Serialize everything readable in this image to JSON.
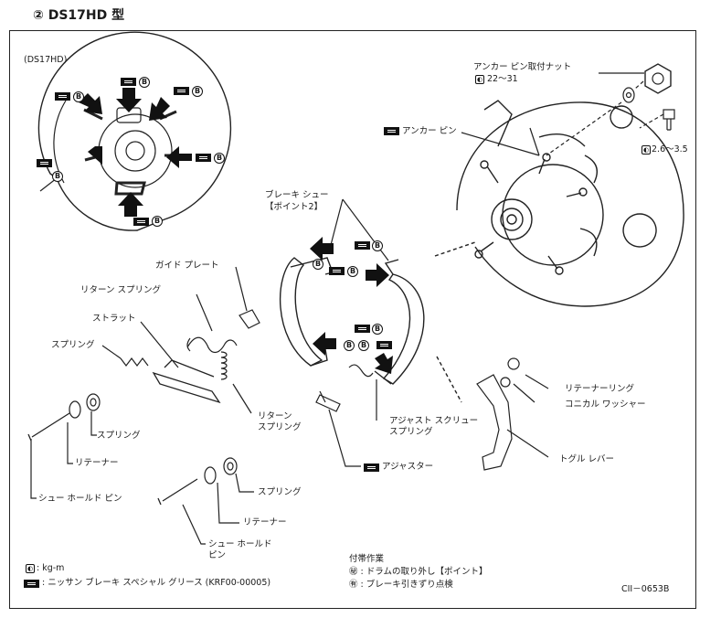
{
  "title": "②  DS17HD 型",
  "inset_label": "(DS17HD)",
  "labels": {
    "anchor_nut_1": "アンカー ピン取付ナット",
    "anchor_nut_2": "22～31",
    "anchor_pin": "アンカー ピン",
    "torque_small": "2.6～3.5",
    "brake_shoe_1": "ブレーキ シュー",
    "brake_shoe_2": "【ポイント2】",
    "guide_plate": "ガイド プレート",
    "return_spring_a": "リターン スプリング",
    "strut": "ストラット",
    "spring_a": "スプリング",
    "return_spring_b1": "リターン",
    "return_spring_b2": "スプリング",
    "spring_b": "スプリング",
    "retainer_a": "リテーナー",
    "shoe_hold_pin_a": "シュー ホールド ピン",
    "adjust_screw_1": "アジャスト スクリュー",
    "adjust_screw_2": "スプリング",
    "adjuster": "アジャスター",
    "retainer_ring": "リテーナーリング",
    "conical_washer": "コニカル ワッシャー",
    "toggle_lever": "トグル レバー",
    "spring_c": "スプリング",
    "retainer_c": "リテーナー",
    "shoe_hold_pin_c1": "シュー ホールド",
    "shoe_hold_pin_c2": "ピン"
  },
  "legend": {
    "torque_unit": ": kg-m",
    "grease": ": ニッサン ブレーキ スペシャル グリース (KRF00-00005)"
  },
  "notes": {
    "heading": "付帯作業",
    "item1": "㊙ : ドラムの取り外し【ポイント】",
    "item2": "㊒ : ブレーキ引きずり点検"
  },
  "figure_code": "CII－0653B",
  "icons": {
    "grease_symbol": "grease-icon",
    "b_mark": "b-circle-icon",
    "torque_symbol": "torque-wrench-icon",
    "arrow": "application-arrow-icon"
  }
}
